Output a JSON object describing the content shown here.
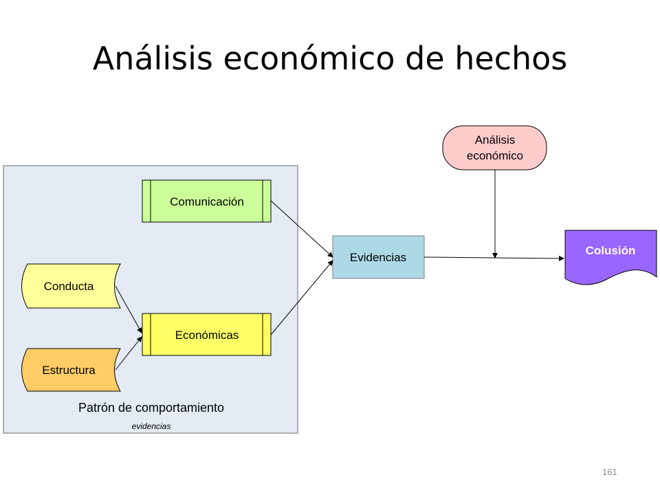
{
  "slide": {
    "title": "Análisis económico de hechos",
    "page_number": "161"
  },
  "diagram": {
    "group": {
      "label": "Patrón de comportamiento",
      "sublabel": "evidencias"
    },
    "nodes": {
      "comunicacion": "Comunicación",
      "conducta": "Conducta",
      "economicas": "Económicas",
      "estructura": "Estructura",
      "evidencias": "Evidencias",
      "analisis_line1": "Análisis",
      "analisis_line2": "económico",
      "colusion": "Colusión"
    }
  }
}
